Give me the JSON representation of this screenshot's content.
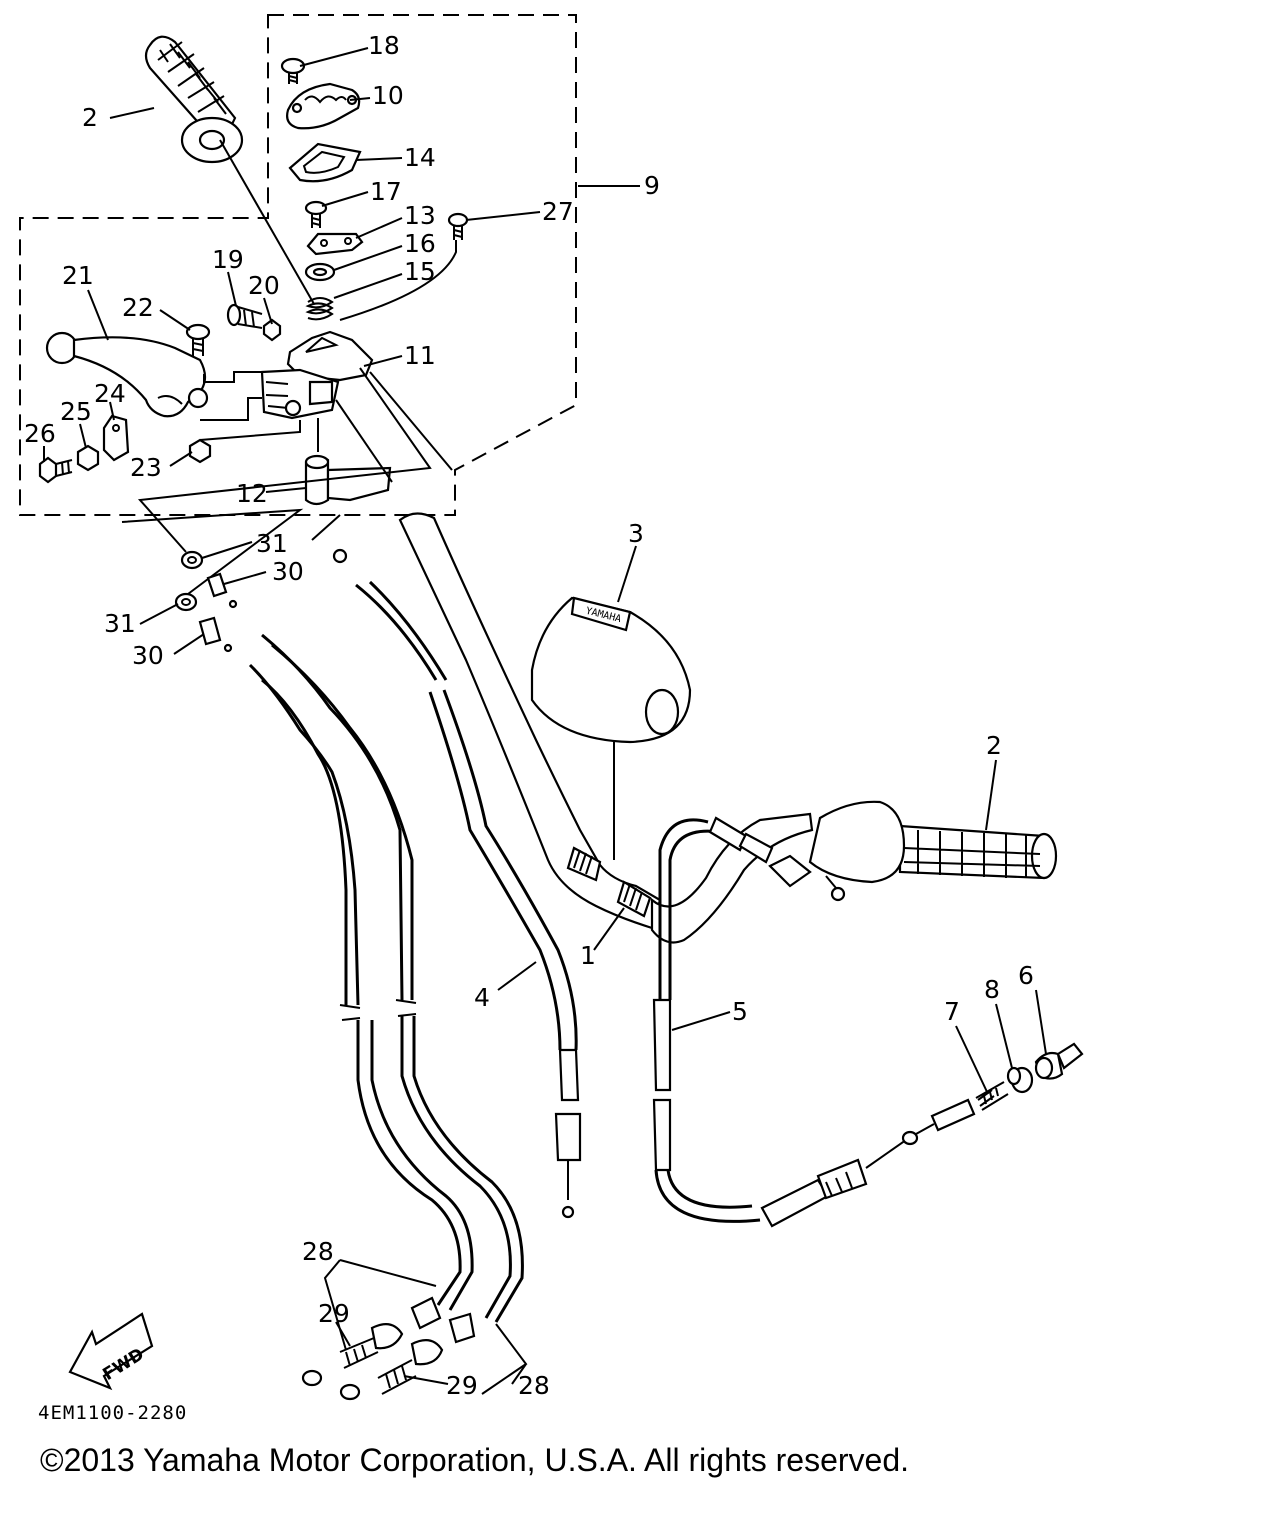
{
  "diagram": {
    "part_number": "4EM1100-2280",
    "copyright": "©2013 Yamaha Motor Corporation, U.S.A. All rights reserved.",
    "fwd_label": "FWD",
    "brand_mark": "YAMAHA",
    "callouts": [
      {
        "id": "c18",
        "text": "18"
      },
      {
        "id": "c10",
        "text": "10"
      },
      {
        "id": "c14",
        "text": "14"
      },
      {
        "id": "c9",
        "text": "9"
      },
      {
        "id": "c17",
        "text": "17"
      },
      {
        "id": "c13",
        "text": "13"
      },
      {
        "id": "c16",
        "text": "16"
      },
      {
        "id": "c15",
        "text": "15"
      },
      {
        "id": "c27",
        "text": "27"
      },
      {
        "id": "c2a",
        "text": "2"
      },
      {
        "id": "c21",
        "text": "21"
      },
      {
        "id": "c19",
        "text": "19"
      },
      {
        "id": "c20",
        "text": "20"
      },
      {
        "id": "c22",
        "text": "22"
      },
      {
        "id": "c11",
        "text": "11"
      },
      {
        "id": "c24",
        "text": "24"
      },
      {
        "id": "c25",
        "text": "25"
      },
      {
        "id": "c26",
        "text": "26"
      },
      {
        "id": "c23",
        "text": "23"
      },
      {
        "id": "c12",
        "text": "12"
      },
      {
        "id": "c31a",
        "text": "31"
      },
      {
        "id": "c30a",
        "text": "30"
      },
      {
        "id": "c31b",
        "text": "31"
      },
      {
        "id": "c30b",
        "text": "30"
      },
      {
        "id": "c3",
        "text": "3"
      },
      {
        "id": "c2b",
        "text": "2"
      },
      {
        "id": "c1",
        "text": "1"
      },
      {
        "id": "c4",
        "text": "4"
      },
      {
        "id": "c5",
        "text": "5"
      },
      {
        "id": "c7",
        "text": "7"
      },
      {
        "id": "c8",
        "text": "8"
      },
      {
        "id": "c6",
        "text": "6"
      },
      {
        "id": "c28a",
        "text": "28"
      },
      {
        "id": "c29a",
        "text": "29"
      },
      {
        "id": "c29b",
        "text": "29"
      },
      {
        "id": "c28b",
        "text": "28"
      }
    ]
  }
}
